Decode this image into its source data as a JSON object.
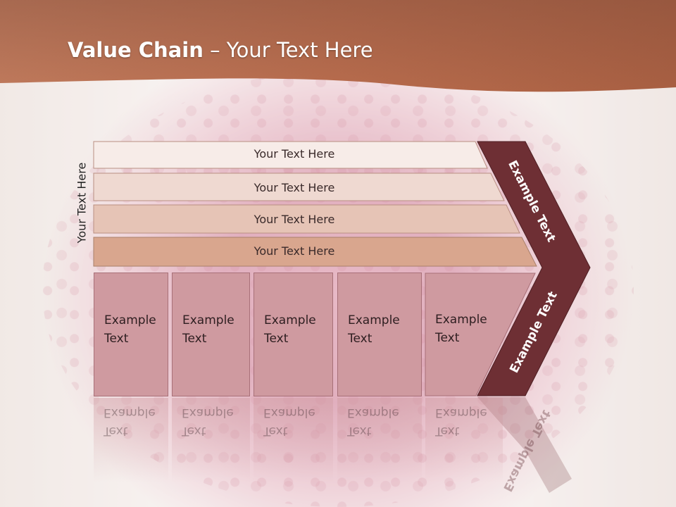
{
  "title": {
    "strong": "Value Chain",
    "rest": " – Your Text Here"
  },
  "vertical_label": "Your Text Here",
  "rows": [
    {
      "label": "Your Text Here",
      "color": "#f7ece8"
    },
    {
      "label": "Your Text Here",
      "color": "#efd9d1"
    },
    {
      "label": "Your Text Here",
      "color": "#e6c4b6"
    },
    {
      "label": "Your Text Here",
      "color": "#d9a68e"
    }
  ],
  "columns": [
    {
      "line1": "Example",
      "line2": "Text"
    },
    {
      "line1": "Example",
      "line2": "Text"
    },
    {
      "line1": "Example",
      "line2": "Text"
    },
    {
      "line1": "Example",
      "line2": "Text"
    },
    {
      "line1": "Example",
      "line2": "Text"
    }
  ],
  "chevron": {
    "upper": "Example Text",
    "lower": "Example Text",
    "color": "#6e2f34"
  },
  "colors": {
    "header": "#b8674a",
    "column": "#cf9aa0"
  }
}
